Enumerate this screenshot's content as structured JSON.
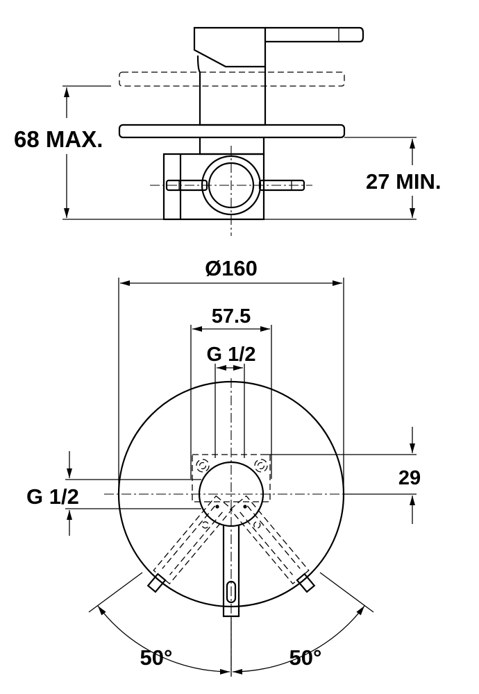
{
  "dimensions": {
    "depth_max": "68 MAX.",
    "depth_min": "27 MIN.",
    "plate_diameter": "Ø160",
    "inlet_spacing": "57.5",
    "thread_top": "G 1/2",
    "thread_side": "G 1/2",
    "offset": "29",
    "angle_left": "50°",
    "angle_right": "50°"
  },
  "colors": {
    "line": "#000000",
    "background": "#ffffff"
  }
}
